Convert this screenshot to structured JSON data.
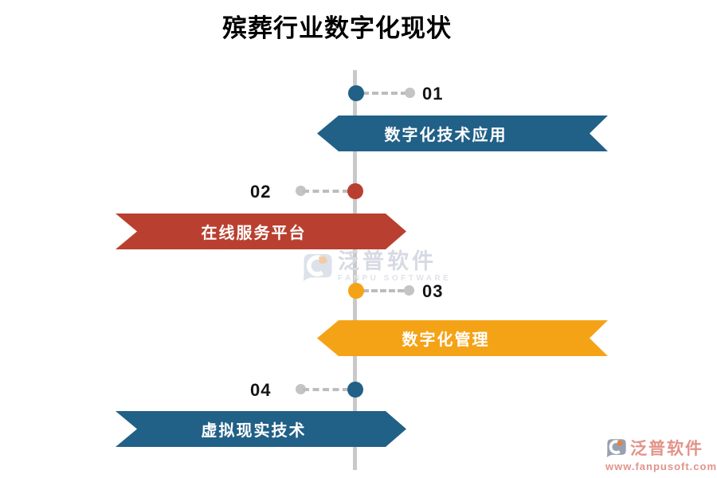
{
  "title": "殡葬行业数字化现状",
  "milestones": [
    {
      "number": "01",
      "label": "数字化技术应用",
      "color": "#216087",
      "side": "right"
    },
    {
      "number": "02",
      "label": "在线服务平台",
      "color": "#b94030",
      "side": "left"
    },
    {
      "number": "03",
      "label": "数字化管理",
      "color": "#f5a316",
      "side": "right"
    },
    {
      "number": "04",
      "label": "虚拟现实技术",
      "color": "#216087",
      "side": "left"
    }
  ],
  "colors": {
    "blue": "#216087",
    "red": "#b94030",
    "orange": "#f5a316",
    "timeline_line": "#c9c9c9",
    "dashed_connector": "#bdbdbd",
    "connector_dot": "#c4c4c4",
    "banner_text": "#ffffff",
    "brand_text": "#e2938a"
  },
  "watermark": {
    "name": "泛普软件",
    "subtitle": "FANPU SOFTWARE"
  },
  "brand": {
    "name": "泛普软件",
    "url": "www.fanpusoft.com"
  }
}
